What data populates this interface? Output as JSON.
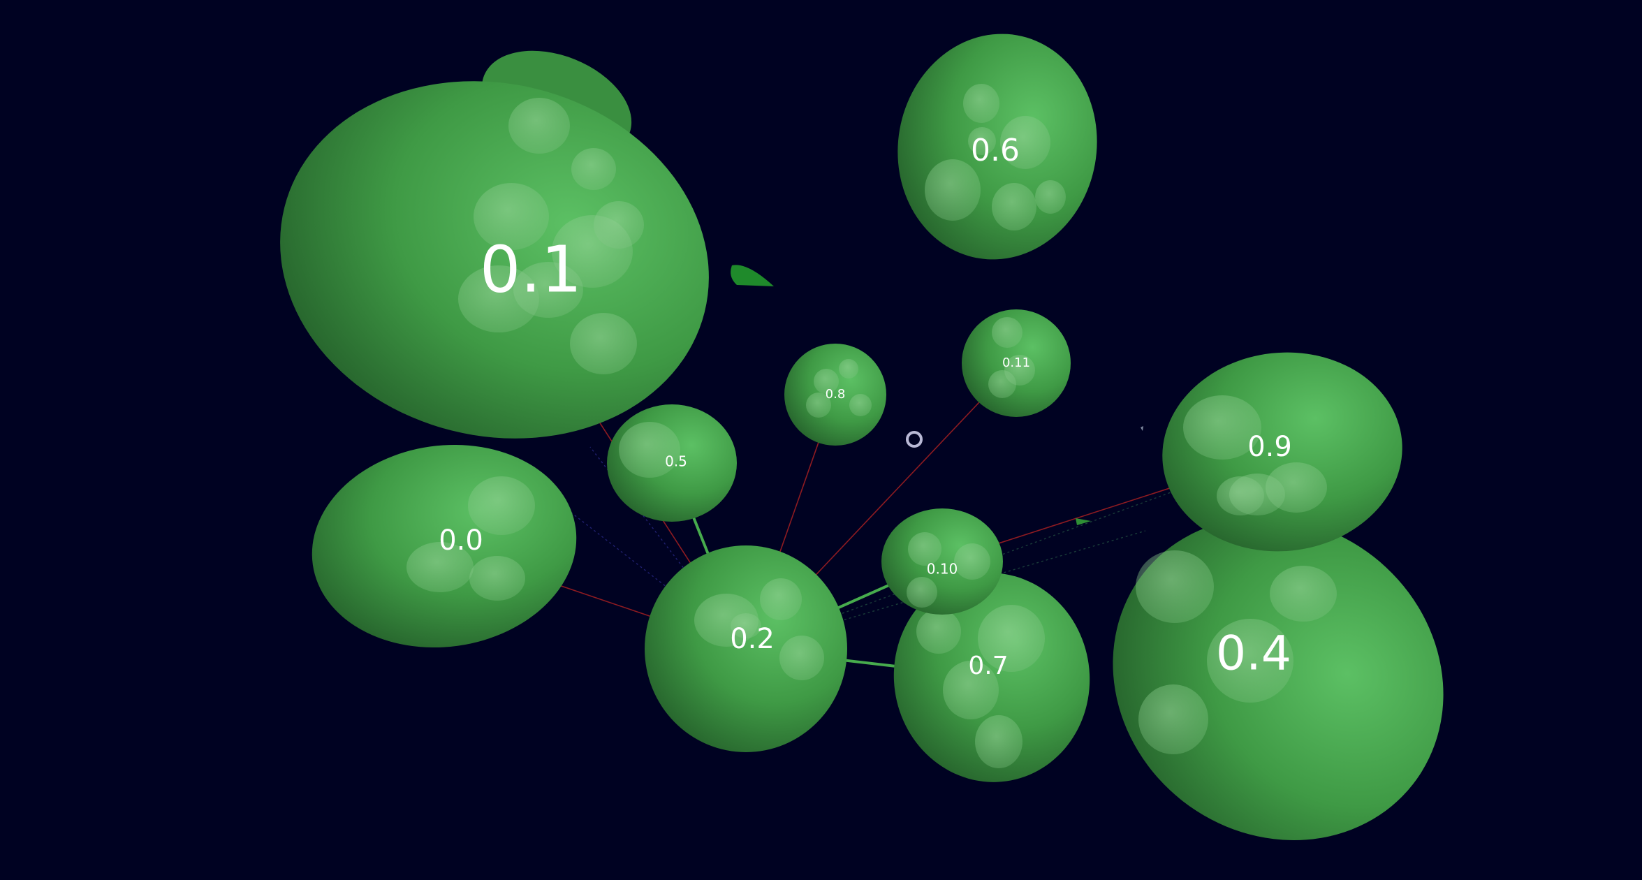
{
  "scene": {
    "background": "#000222",
    "sphere_color": "#3f9a45",
    "sphere_highlight": "#5cc064",
    "sphere_shadow": "#1f5a26",
    "edge_color": "#b22222",
    "arrow_color": "#4fbf52"
  },
  "nodes": [
    {
      "id": "0.0",
      "label": "0.0"
    },
    {
      "id": "0.1",
      "label": "0.1"
    },
    {
      "id": "0.2",
      "label": "0.2"
    },
    {
      "id": "0.4",
      "label": "0.4"
    },
    {
      "id": "0.5",
      "label": "0.5"
    },
    {
      "id": "0.6",
      "label": "0.6"
    },
    {
      "id": "0.7",
      "label": "0.7"
    },
    {
      "id": "0.8",
      "label": "0.8"
    },
    {
      "id": "0.9",
      "label": "0.9"
    },
    {
      "id": "0.10",
      "label": "0.10"
    },
    {
      "id": "0.11",
      "label": "0.11"
    }
  ],
  "edges": [
    {
      "from": "0.2",
      "to": "0.0",
      "kind": "line"
    },
    {
      "from": "0.2",
      "to": "0.1",
      "kind": "line"
    },
    {
      "from": "0.2",
      "to": "0.5",
      "kind": "arrow"
    },
    {
      "from": "0.2",
      "to": "0.8",
      "kind": "line"
    },
    {
      "from": "0.2",
      "to": "0.11",
      "kind": "line"
    },
    {
      "from": "0.2",
      "to": "0.10",
      "kind": "arrow"
    },
    {
      "from": "0.2",
      "to": "0.7",
      "kind": "arrow"
    },
    {
      "from": "0.10",
      "to": "0.9",
      "kind": "line"
    }
  ]
}
